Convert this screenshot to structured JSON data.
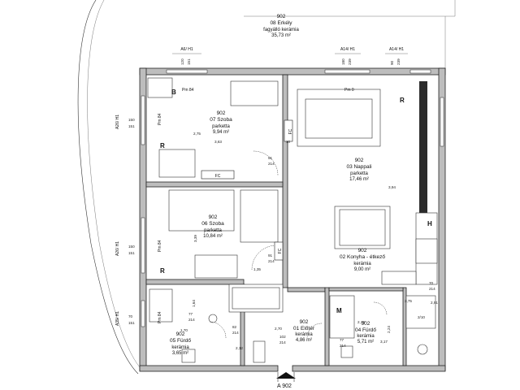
{
  "rooms": {
    "balcony": {
      "id": "902",
      "name": "08 Erkély",
      "material": "fagyálló kerámia",
      "area": "35,73 m²"
    },
    "bedroom1": {
      "id": "902",
      "name": "07 Szoba",
      "material": "parketta",
      "area": "9,94 m²"
    },
    "living": {
      "id": "902",
      "name": "03 Nappali",
      "material": "parketta",
      "area": "17,46 m²"
    },
    "bedroom2": {
      "id": "902",
      "name": "06 Szoba",
      "material": "parketta",
      "area": "10,84 m²"
    },
    "kitchen": {
      "id": "902",
      "name": "02 Konyha - étkező",
      "material": "kerámia",
      "area": "9,00 m²"
    },
    "bath1": {
      "id": "902",
      "name": "05 Fürdő",
      "material": "kerámia",
      "area": "3,65 m²"
    },
    "hall": {
      "id": "902",
      "name": "01 Előtér",
      "material": "kerámia",
      "area": "4,86 m²"
    },
    "bath2": {
      "id": "902",
      "name": "04 Fürdő",
      "material": "kerámia",
      "area": "5,71 m²"
    }
  },
  "tags": {
    "top": [
      "A6/ H1",
      "A14/ H1",
      "A14/ H1"
    ],
    "left": [
      "A26/ H1",
      "A26/ H1",
      "A35/ H1"
    ],
    "fc": [
      "FC",
      "FC",
      "FC"
    ],
    "letters": {
      "b": "B",
      "r": "R",
      "h": "H",
      "m": "M"
    },
    "pm": [
      "Pm 84",
      "Pm 0",
      "Pm 84",
      "Pm 84",
      "Pm 84"
    ]
  },
  "dims": {
    "top_a": [
      "120",
      "151"
    ],
    "top_b": [
      "180",
      "239"
    ],
    "top_c": [
      "90",
      "239"
    ],
    "left_a": [
      "150",
      "151"
    ],
    "left_b": [
      "150",
      "151"
    ],
    "left_c": [
      "70",
      "151"
    ],
    "misc": [
      "2,75",
      "3,63",
      "10",
      "91",
      "214",
      "3,94",
      "3,39",
      "1,35",
      "91",
      "214",
      "2,70",
      "77",
      "214",
      "82",
      "214",
      "102",
      "214",
      "2,24",
      "3,17",
      "1,70",
      "1,64",
      "2,12",
      "77",
      "214",
      "2,10",
      "3,75",
      "2,91",
      "70",
      "214",
      "2/10"
    ]
  },
  "entrance": {
    "label": "A 902"
  }
}
